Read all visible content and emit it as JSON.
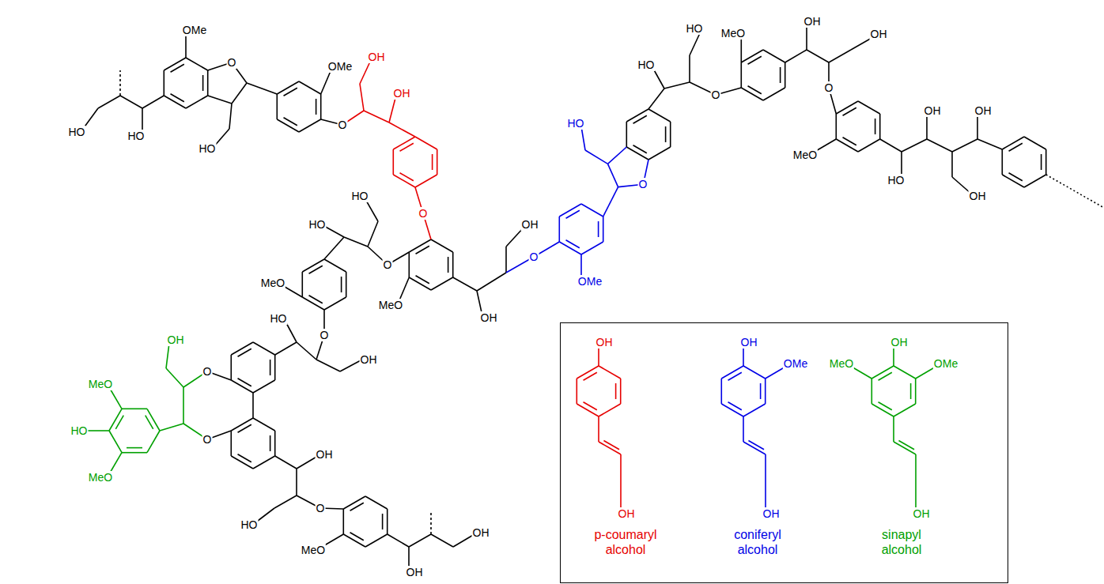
{
  "diagram": {
    "nodes": [
      {
        "text": [
          "p-coumaryl alcohol",
          "coniferyl alcohol",
          "sinapyl alcohol"
        ]
      }
    ],
    "labels": [
      "OMe",
      "HO",
      "MeO",
      "OH",
      "OH",
      "OH",
      "OMe",
      "O",
      "HO",
      "O",
      "O",
      "OH",
      "O",
      "HO",
      "HO",
      "HO",
      "HO",
      "MeO",
      "OH",
      "OH",
      "HO",
      "O",
      "OH",
      "HO",
      "O",
      "HO",
      "OH",
      "O",
      "O",
      "MeO",
      "OMe",
      "MeO",
      "OH",
      "HO",
      "O",
      "OH",
      "OH",
      "O",
      "MeO",
      "HO",
      "O",
      "OH",
      "MeO",
      "O",
      "HO",
      "OH",
      "MeO",
      "OH",
      "OH",
      "OH",
      "OMe",
      "OH",
      "MeO",
      "OMe",
      "OH",
      "OH",
      "OH"
    ]
  }
}
